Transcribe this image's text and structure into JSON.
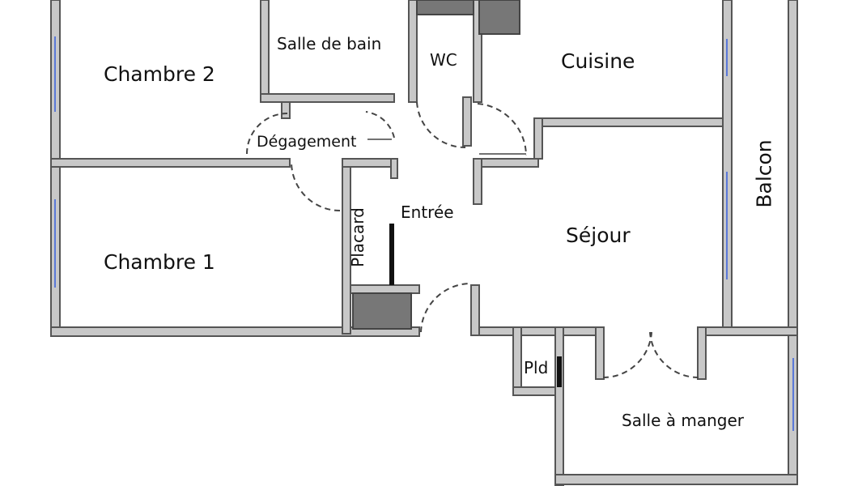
{
  "plan": {
    "colors": {
      "wall_outline": "#555555",
      "wall_fill": "#c8c8c8",
      "window": "#5a78d8",
      "door_swing": "#444444",
      "duct": "#777777",
      "text": "#111111"
    },
    "rooms": {
      "chambre2": "Chambre 2",
      "chambre1": "Chambre 1",
      "salle_de_bain": "Salle de bain",
      "wc": "WC",
      "cuisine": "Cuisine",
      "degagement": "Dégagement",
      "placard": "Placard",
      "entree": "Entrée",
      "sejour": "Séjour",
      "balcon": "Balcon",
      "pld": "Pld",
      "salle_a_manger": "Salle à manger"
    }
  }
}
